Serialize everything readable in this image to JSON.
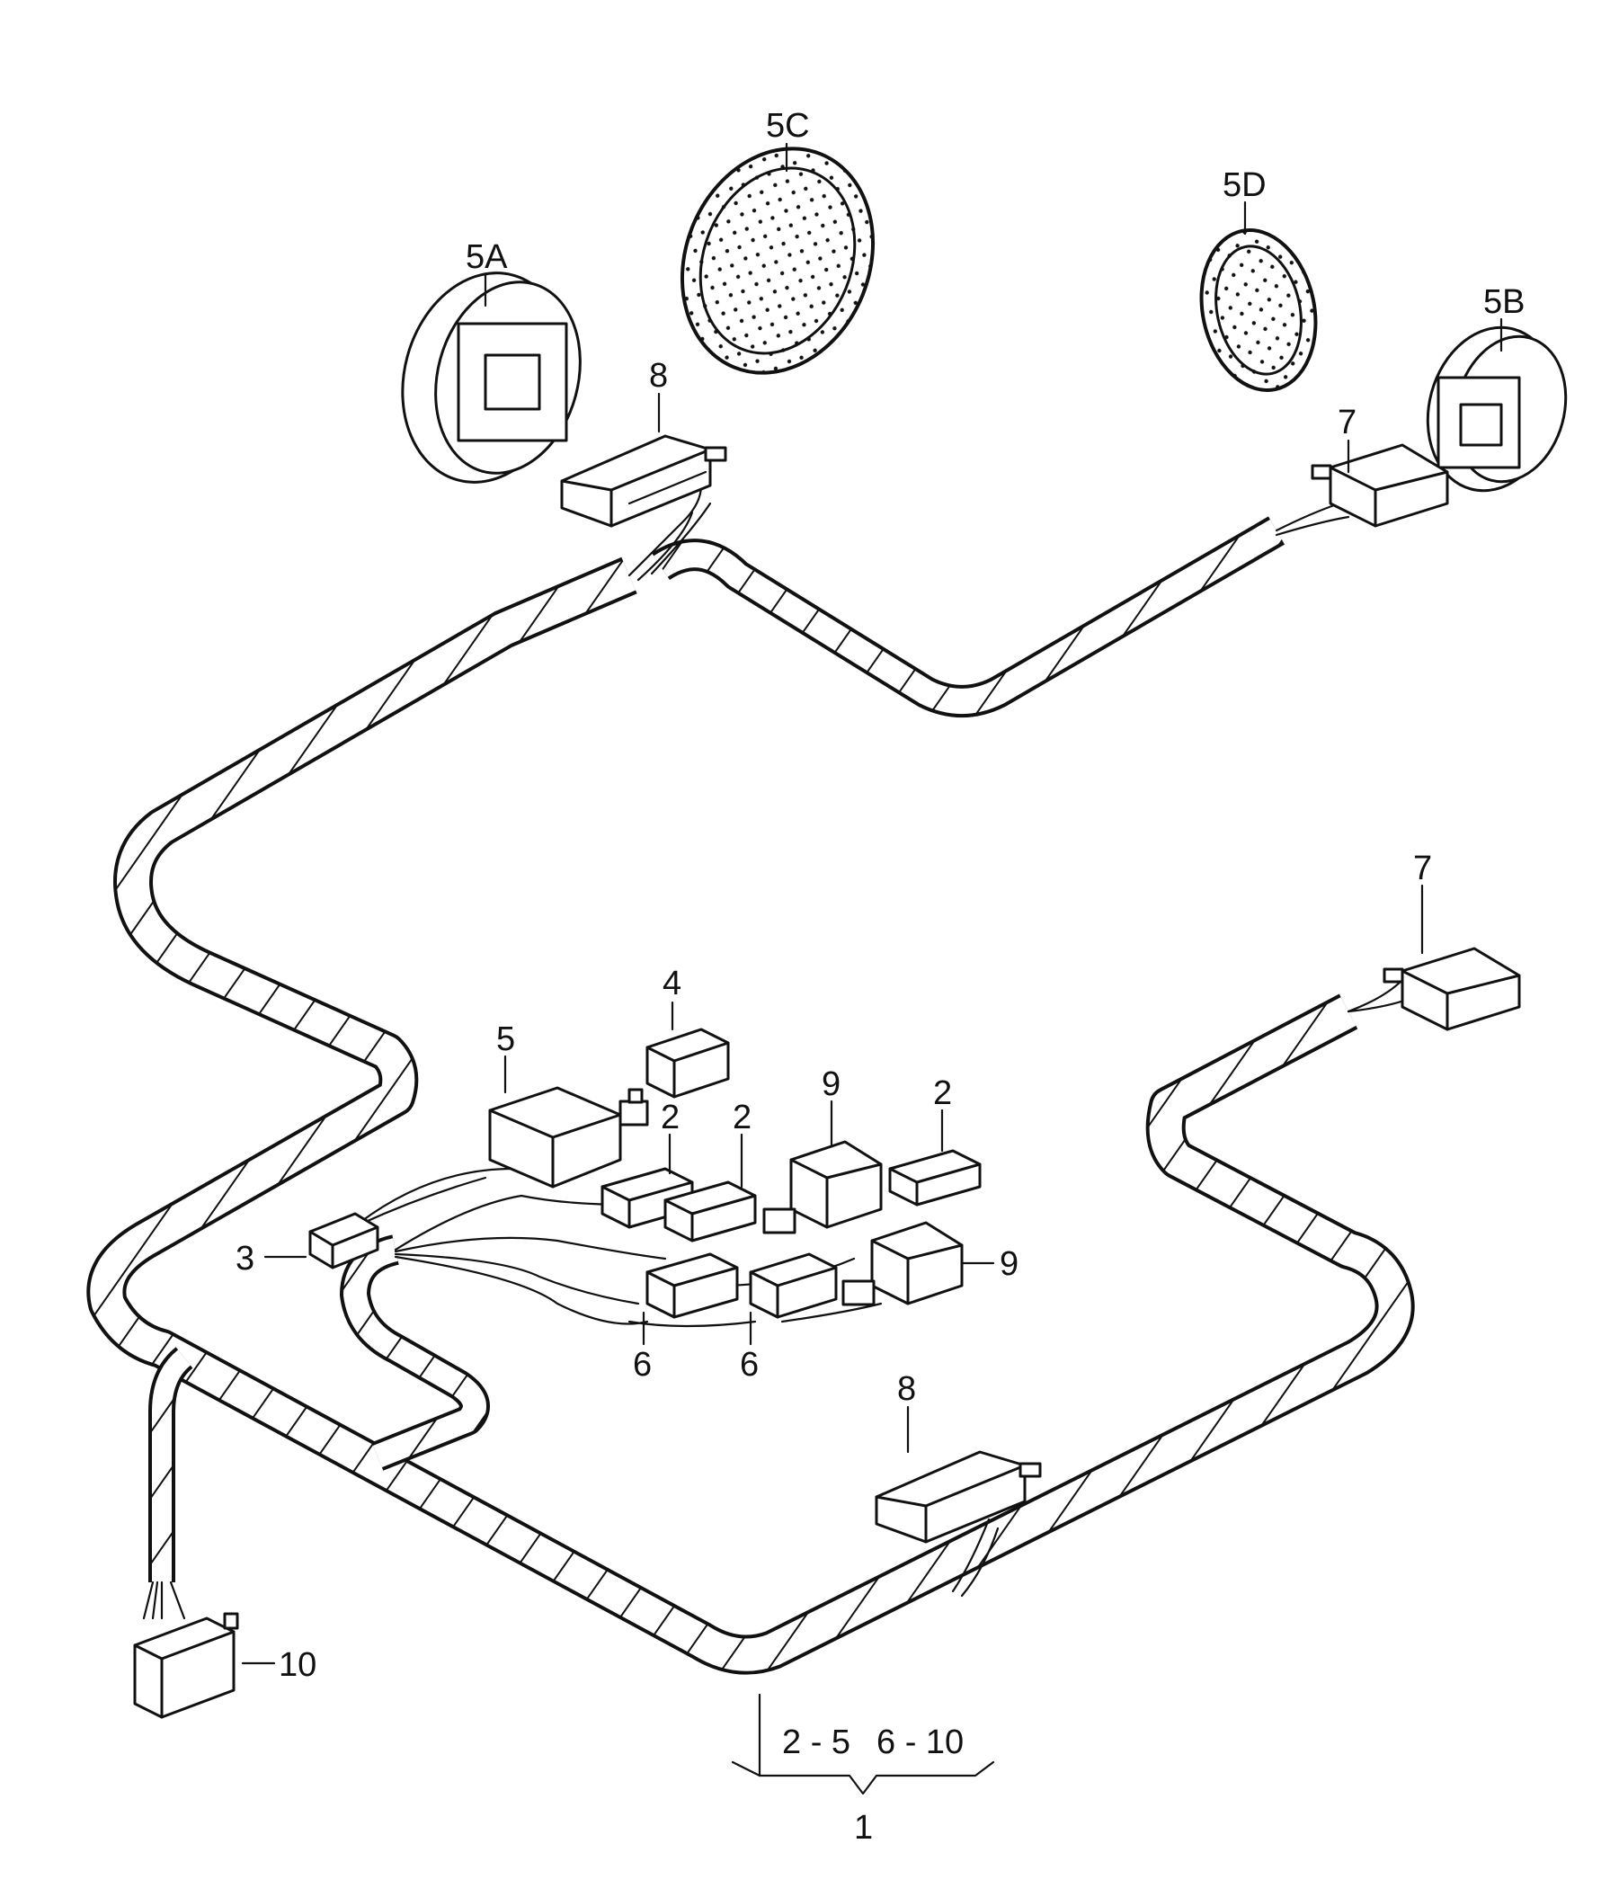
{
  "callouts": {
    "c5A": "5A",
    "c5B": "5B",
    "c5C": "5C",
    "c5D": "5D",
    "c8_top": "8",
    "c7_top": "7",
    "c7_right": "7",
    "c4": "4",
    "c5": "5",
    "c9_top": "9",
    "c2_a": "2",
    "c2_b": "2",
    "c2_c": "2",
    "c3": "3",
    "c9_right": "9",
    "c6_a": "6",
    "c6_b": "6",
    "c8_bottom": "8",
    "c10": "10",
    "range_a": "2 - 5",
    "range_b": "6 - 10",
    "c1": "1"
  },
  "colors": {
    "ink": "#111111",
    "background": "#ffffff"
  }
}
